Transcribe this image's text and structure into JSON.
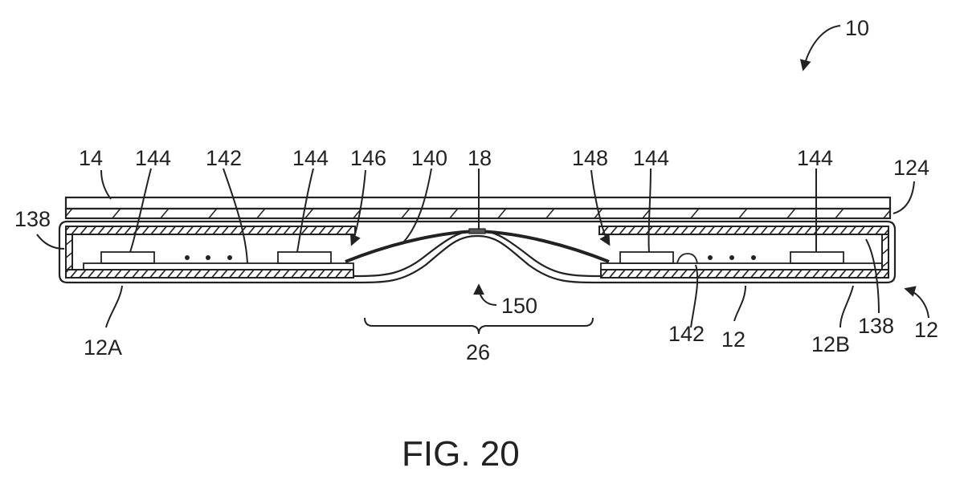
{
  "figure": {
    "caption": "FIG. 20",
    "reference_numerals": {
      "device": "10",
      "cover_layer": "14",
      "component_left_1": "144",
      "substrate_left": "142",
      "component_left_2": "144",
      "gap_left": "146",
      "flexible_member": "140",
      "center_element": "18",
      "gap_right": "148",
      "component_right_1": "144",
      "component_right_2": "144",
      "top_right_layer": "124",
      "side_left": "138",
      "side_right": "138",
      "housing_left": "12A",
      "cavity": "150",
      "bend_region": "26",
      "substrate_right": "142",
      "housing_mid": "12",
      "housing_right": "12B",
      "housing_overall": "12"
    },
    "ellipsis": "• • •"
  }
}
